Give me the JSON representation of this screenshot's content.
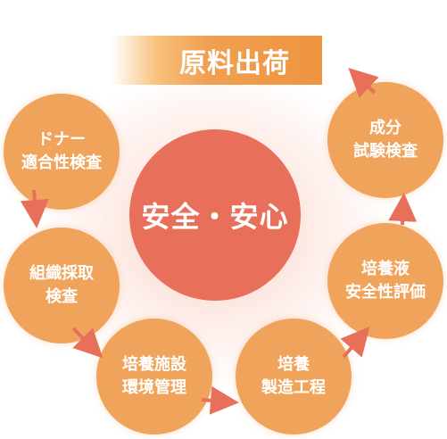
{
  "title": "原料出荷",
  "center": "安全・安心",
  "steps": [
    {
      "line1": "ドナー",
      "line2": "適合性検査"
    },
    {
      "line1": "組織採取",
      "line2": "検査"
    },
    {
      "line1": "培養施設",
      "line2": "環境管理"
    },
    {
      "line1": "培養",
      "line2": "製造工程"
    },
    {
      "line1": "培養液",
      "line2": "安全性評価"
    },
    {
      "line1": "成分",
      "line2": "試験検査"
    }
  ],
  "colors": {
    "node": "#f0a35a",
    "center": "#e8705a",
    "arrow": "#e8705a",
    "banner": "#ee9440"
  }
}
